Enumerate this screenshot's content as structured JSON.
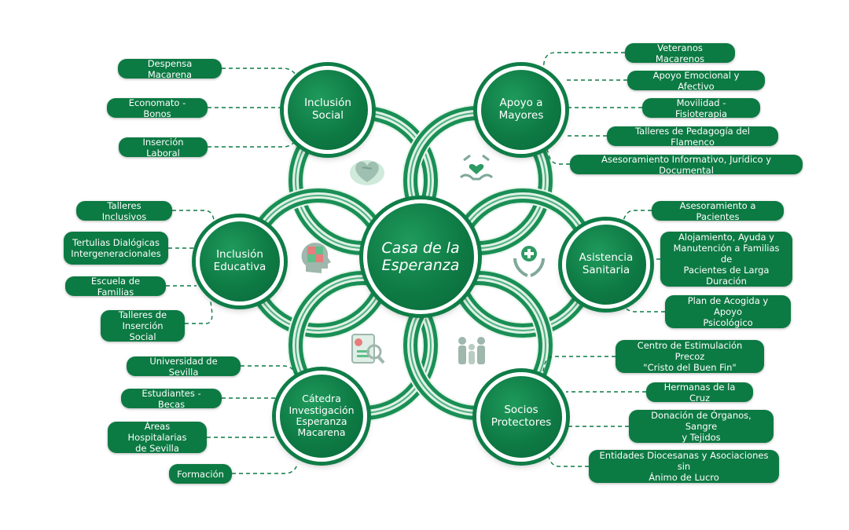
{
  "center": {
    "label": "Casa de la\nEsperanza"
  },
  "hubs": [
    {
      "key": "inclusion-social",
      "label": "Inclusión\nSocial"
    },
    {
      "key": "apoyo-mayores",
      "label": "Apoyo a\nMayores"
    },
    {
      "key": "inclusion-educativa",
      "label": "Inclusión\nEducativa"
    },
    {
      "key": "asistencia-sanitaria",
      "label": "Asistencia\nSanitaria"
    },
    {
      "key": "catedra",
      "label": "Cátedra\nInvestigación\nEsperanza\nMacarena"
    },
    {
      "key": "socios",
      "label": "Socios\nProtectores"
    }
  ],
  "leaves": {
    "inclusion_social": [
      "Despensa Macarena",
      "Economato - Bonos",
      "Inserción Laboral"
    ],
    "apoyo_mayores": [
      "Veteranos Macarenos",
      "Apoyo Emocional y Afectivo",
      "Movilidad - Fisioterapia",
      "Talleres de Pedagogía del Flamenco",
      "Asesoramiento Informativo, Jurídico y Documental"
    ],
    "inclusion_educativa": [
      "Talleres Inclusivos",
      "Tertulias Dialógicas\nIntergeneracionales",
      "Escuela de Familias",
      "Talleres de\nInserción Social"
    ],
    "asistencia_sanitaria": [
      "Asesoramiento a Pacientes",
      "Alojamiento, Ayuda y\nManutención a Familias de\nPacientes de Larga\nDuración",
      "Plan de Acogida y Apoyo\nPsicológico"
    ],
    "catedra": [
      "Universidad de Sevilla",
      "Estudiantes - Becas",
      "Áreas Hospitalarias\nde Sevilla",
      "Formación"
    ],
    "socios": [
      "Centro de Estimulación Precoz\n\"Cristo del Buen Fin\"",
      "Hermanas de la Cruz",
      "Donación de Órganos, Sangre\ny Tejidos",
      "Entidades Diocesanas y Asociaciones sin\nÁnimo de Lucro"
    ]
  },
  "icons": [
    "hands-heart-icon",
    "caring-hands-heart-icon",
    "head-puzzle-icon",
    "hands-medical-cross-icon",
    "clipboard-magnifier-icon",
    "family-group-icon"
  ],
  "colors": {
    "primary": "#0c7a43",
    "ring": "#1a8f55",
    "ring_light": "#dff1e6"
  }
}
